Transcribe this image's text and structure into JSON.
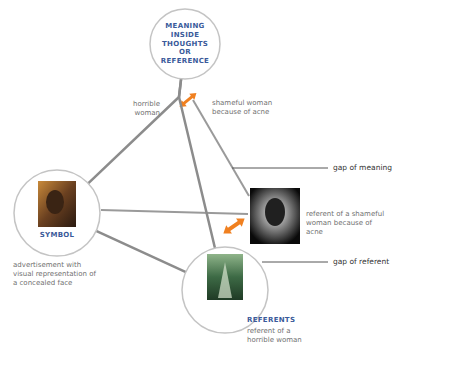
{
  "diagram": {
    "nodes": [
      {
        "text": [
          "MEANING INSIDE THOUGHTS OR REFERENCE"
        ]
      },
      {
        "text": [
          "SYMBOL",
          "advertisement with visual representation of a concealed face"
        ]
      },
      {
        "text": [
          "REFERENTS",
          "referent of a horrible woman"
        ]
      }
    ],
    "edges": [
      {
        "from": 1,
        "to": 0,
        "arrow": "none"
      },
      {
        "from": 0,
        "to": 2,
        "arrow": "none"
      },
      {
        "from": 1,
        "to": 2,
        "arrow": "none"
      }
    ],
    "labels": [
      "horrible woman",
      "shameful woman because of acne",
      "gap of meaning",
      "referent of a shameful woman because of acne",
      "gap of referent"
    ]
  }
}
